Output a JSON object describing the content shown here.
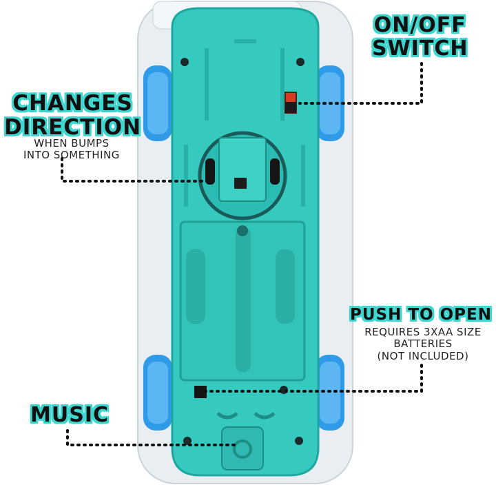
{
  "callouts": {
    "on_off": {
      "line1": "ON/OFF",
      "line2": "SWITCH"
    },
    "changes_direction": {
      "line1": "CHANGES",
      "line2": "DIRECTION",
      "sub1": "WHEN BUMPS",
      "sub2": "INTO SOMETHING"
    },
    "push_to_open": {
      "title": "PUSH TO OPEN",
      "sub1": "REQUIRES 3XAA SIZE",
      "sub2": "BATTERIES",
      "sub3": "(NOT INCLUDED)"
    },
    "music": {
      "title": "MUSIC"
    }
  },
  "colors": {
    "car_body": "#36c9bf",
    "car_body_dark": "#1fa79f",
    "wheel": "#2f9be8",
    "title_outline": "#3fd6cf",
    "switch": "#d83a1f"
  }
}
